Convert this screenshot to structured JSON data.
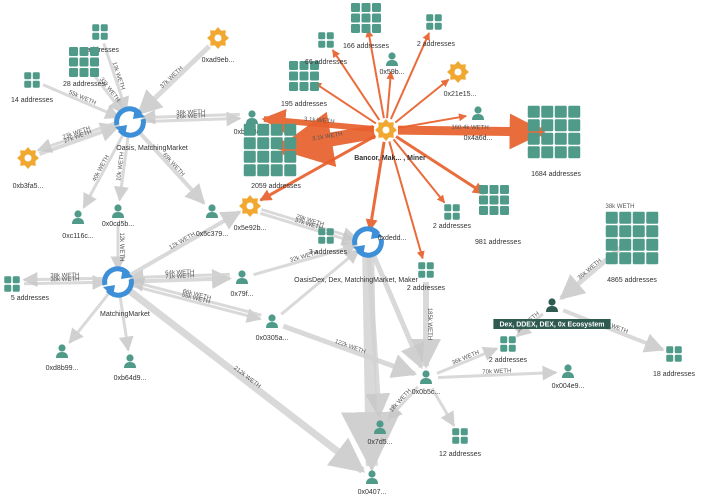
{
  "colors": {
    "node": "#4f9a89",
    "node_dark": "#2e5a4f",
    "contract": "#f0a830",
    "exchange": "#3d8fd8",
    "edge_gray": "#d3d3d3",
    "edge_orange": "#e8602c"
  },
  "nodes": [
    {
      "id": "a2",
      "kind": "cluster",
      "size": 2,
      "label": "2 addresses"
    },
    {
      "id": "a28",
      "kind": "cluster",
      "size": 3,
      "label": "28 addresses"
    },
    {
      "id": "a14",
      "kind": "cluster",
      "size": 2,
      "label": "14 addresses"
    },
    {
      "id": "g1",
      "kind": "contract",
      "label": "0xad9eb..."
    },
    {
      "id": "g2",
      "kind": "contract",
      "label": "0xb3fa5..."
    },
    {
      "id": "oasis",
      "kind": "exchange",
      "label": "Oasis, MatchingMarket"
    },
    {
      "id": "u458",
      "kind": "user",
      "label": "0xb458e..."
    },
    {
      "id": "u116",
      "kind": "user",
      "label": "0xc116c..."
    },
    {
      "id": "u0cd",
      "kind": "user",
      "label": "0x0cd5b..."
    },
    {
      "id": "u5c3",
      "kind": "user",
      "label": "0x5c379..."
    },
    {
      "id": "g3",
      "kind": "contract",
      "label": "0x5e92b..."
    },
    {
      "id": "a2059",
      "kind": "cluster",
      "size": 4,
      "label": "2059 addresses"
    },
    {
      "id": "a166",
      "kind": "cluster",
      "size": 3,
      "label": "166 addresses"
    },
    {
      "id": "a195",
      "kind": "cluster",
      "size": 3,
      "label": "195 addresses"
    },
    {
      "id": "a2b",
      "kind": "cluster",
      "size": 2,
      "label": "2 addresses"
    },
    {
      "id": "a66",
      "kind": "cluster",
      "size": 2,
      "label": "66 addresses"
    },
    {
      "id": "u59b",
      "kind": "user",
      "label": "0x59b..."
    },
    {
      "id": "g4",
      "kind": "contract",
      "label": "0x21e15..."
    },
    {
      "id": "a1684",
      "kind": "cluster",
      "size": 4,
      "label": "1684 addresses"
    },
    {
      "id": "u4a6",
      "kind": "user",
      "label": "0x4a6d..."
    },
    {
      "id": "hub",
      "kind": "hub",
      "label": "Bancor, Mak... , Miner"
    },
    {
      "id": "a981",
      "kind": "cluster",
      "size": 3,
      "label": "981 addresses"
    },
    {
      "id": "a2c",
      "kind": "cluster",
      "size": 2,
      "label": "2 addresses"
    },
    {
      "id": "a4865",
      "kind": "cluster",
      "size": 4,
      "label": "4865 addresses"
    },
    {
      "id": "a3",
      "kind": "cluster",
      "size": 2,
      "label": "3 addresses"
    },
    {
      "id": "ex2",
      "kind": "exchange",
      "label": "0xdedd..."
    },
    {
      "id": "a2d",
      "kind": "cluster",
      "size": 2,
      "label": "2 addresses"
    },
    {
      "id": "mm",
      "kind": "exchange",
      "label": "MatchingMarket"
    },
    {
      "id": "a5",
      "kind": "cluster",
      "size": 2,
      "label": "5 addresses"
    },
    {
      "id": "oasis2",
      "kind": "label",
      "label": "OasisDex, Dex, MatchingMarket, Maker"
    },
    {
      "id": "u79f",
      "kind": "user",
      "label": "0x79f..."
    },
    {
      "id": "u305",
      "kind": "user",
      "label": "0x0305a..."
    },
    {
      "id": "u8b9",
      "kind": "user",
      "label": "0xd8b99..."
    },
    {
      "id": "u64d",
      "kind": "user",
      "label": "0xb64d9..."
    },
    {
      "id": "dex",
      "kind": "user_dark",
      "label": "Dex, DDEX, DEX, 0x Ecosystem"
    },
    {
      "id": "a2e",
      "kind": "cluster",
      "size": 2,
      "label": "2 addresses"
    },
    {
      "id": "a18",
      "kind": "cluster",
      "size": 2,
      "label": "18 addresses"
    },
    {
      "id": "u0b5",
      "kind": "user",
      "label": "0x0b5c..."
    },
    {
      "id": "u4e9",
      "kind": "user",
      "label": "0x004e9..."
    },
    {
      "id": "a12",
      "kind": "cluster",
      "size": 2,
      "label": "12 addresses"
    },
    {
      "id": "u7d5",
      "kind": "user",
      "label": "0x7d5..."
    },
    {
      "id": "u407",
      "kind": "user",
      "label": "0x0407..."
    }
  ],
  "edges": [
    {
      "from": "g1",
      "to": "oasis",
      "label": "37k WETH",
      "weight": 5,
      "color": "gray"
    },
    {
      "from": "a2",
      "to": "oasis",
      "label": "13k WETH",
      "weight": 3,
      "color": "gray"
    },
    {
      "from": "a28",
      "to": "oasis",
      "label": "33k WETH",
      "weight": 3,
      "color": "gray"
    },
    {
      "from": "a14",
      "to": "oasis",
      "label": "55k WETH",
      "weight": 3,
      "color": "gray"
    },
    {
      "from": "oasis",
      "to": "u458",
      "label": "26k WETH",
      "weight": 3,
      "color": "gray"
    },
    {
      "from": "u458",
      "to": "oasis",
      "label": "38k WETH",
      "weight": 3,
      "color": "gray"
    },
    {
      "from": "g2",
      "to": "oasis",
      "label": "27k WETH",
      "weight": 4,
      "color": "gray"
    },
    {
      "from": "oasis",
      "to": "g2",
      "label": "23k WETH",
      "weight": 3,
      "color": "gray"
    },
    {
      "from": "oasis",
      "to": "u116",
      "label": "40k WETH",
      "weight": 3,
      "color": "gray"
    },
    {
      "from": "oasis",
      "to": "u0cd",
      "label": "10k WETH",
      "weight": 3,
      "color": "gray"
    },
    {
      "from": "oasis",
      "to": "u5c3",
      "label": "69k WETH",
      "weight": 4,
      "color": "gray"
    },
    {
      "from": "u0cd",
      "to": "mm",
      "label": "12k WETH",
      "weight": 3,
      "color": "gray"
    },
    {
      "from": "hub",
      "to": "a2059",
      "label": "3.1k WETH",
      "weight": 14,
      "color": "orange"
    },
    {
      "from": "hub",
      "to": "u458",
      "label": "3.1k WETH",
      "weight": 6,
      "color": "orange"
    },
    {
      "from": "hub",
      "to": "a166",
      "label": "",
      "weight": 2,
      "color": "orange"
    },
    {
      "from": "hub",
      "to": "a195",
      "label": "",
      "weight": 2,
      "color": "orange"
    },
    {
      "from": "hub",
      "to": "a2b",
      "label": "",
      "weight": 2,
      "color": "orange"
    },
    {
      "from": "hub",
      "to": "a66",
      "label": "",
      "weight": 2,
      "color": "orange"
    },
    {
      "from": "hub",
      "to": "u59b",
      "label": "",
      "weight": 2,
      "color": "orange"
    },
    {
      "from": "hub",
      "to": "g4",
      "label": "",
      "weight": 2,
      "color": "orange"
    },
    {
      "from": "hub",
      "to": "a1684",
      "label": "160.4k WETH",
      "weight": 9,
      "color": "orange"
    },
    {
      "from": "hub",
      "to": "u4a6",
      "label": "",
      "weight": 2,
      "color": "orange"
    },
    {
      "from": "hub",
      "to": "a981",
      "label": "",
      "weight": 3,
      "color": "orange"
    },
    {
      "from": "hub",
      "to": "a2c",
      "label": "",
      "weight": 2,
      "color": "orange"
    },
    {
      "from": "hub",
      "to": "ex2",
      "label": "",
      "weight": 3,
      "color": "orange"
    },
    {
      "from": "hub",
      "to": "a2d",
      "label": "",
      "weight": 2,
      "color": "orange"
    },
    {
      "from": "hub",
      "to": "g3",
      "label": "",
      "weight": 3,
      "color": "orange"
    },
    {
      "from": "g3",
      "to": "ex2",
      "label": "29k WETH",
      "weight": 3,
      "color": "gray"
    },
    {
      "from": "g3",
      "to": "ex2",
      "label": "37k WETH",
      "weight": 3,
      "color": "gray"
    },
    {
      "from": "mm",
      "to": "g3",
      "label": "12k WETH",
      "weight": 4,
      "color": "gray"
    },
    {
      "from": "a5",
      "to": "mm",
      "label": "30k WETH",
      "weight": 3,
      "color": "gray"
    },
    {
      "from": "mm",
      "to": "a5",
      "label": "38k WETH",
      "weight": 3,
      "color": "gray"
    },
    {
      "from": "mm",
      "to": "u79f",
      "label": "71k WETH",
      "weight": 4,
      "color": "gray"
    },
    {
      "from": "u79f",
      "to": "mm",
      "label": "64k WETH",
      "weight": 3,
      "color": "gray"
    },
    {
      "from": "mm",
      "to": "u305",
      "label": "55k WETH",
      "weight": 3,
      "color": "gray"
    },
    {
      "from": "u305",
      "to": "mm",
      "label": "66k WETH",
      "weight": 3,
      "color": "gray"
    },
    {
      "from": "u79f",
      "to": "ex2",
      "label": "32k WETH",
      "weight": 3,
      "color": "gray"
    },
    {
      "from": "u305",
      "to": "ex2",
      "label": "",
      "weight": 3,
      "color": "gray"
    },
    {
      "from": "mm",
      "to": "u8b9",
      "label": "",
      "weight": 3,
      "color": "gray"
    },
    {
      "from": "mm",
      "to": "u64d",
      "label": "",
      "weight": 3,
      "color": "gray"
    },
    {
      "from": "mm",
      "to": "u407",
      "label": "212k WETH",
      "weight": 7,
      "color": "gray"
    },
    {
      "from": "ex2",
      "to": "u407",
      "label": "",
      "weight": 12,
      "color": "gray"
    },
    {
      "from": "ex2",
      "to": "u0b5",
      "label": "",
      "weight": 5,
      "color": "gray"
    },
    {
      "from": "ex2",
      "to": "u7d5",
      "label": "",
      "weight": 5,
      "color": "gray"
    },
    {
      "from": "a2d",
      "to": "u0b5",
      "label": "185k WETH",
      "weight": 6,
      "color": "gray"
    },
    {
      "from": "u305",
      "to": "u0b5",
      "label": "122k WETH",
      "weight": 5,
      "color": "gray"
    },
    {
      "from": "u0b5",
      "to": "u4e9",
      "label": "70k WETH",
      "weight": 3,
      "color": "gray"
    },
    {
      "from": "u0b5",
      "to": "a2e",
      "label": "36k WETH",
      "weight": 3,
      "color": "gray"
    },
    {
      "from": "u0b5",
      "to": "a12",
      "label": "",
      "weight": 3,
      "color": "gray"
    },
    {
      "from": "a4865",
      "to": "dex",
      "label": "36k WETH",
      "weight": 5,
      "color": "gray"
    },
    {
      "from": "dex",
      "to": "a18",
      "label": "61k WETH",
      "weight": 4,
      "color": "gray"
    },
    {
      "from": "dex",
      "to": "a2e",
      "label": "38k WETH",
      "weight": 3,
      "color": "gray"
    },
    {
      "from": "u0b5",
      "to": "u7d5",
      "label": "18k WETH",
      "weight": 3,
      "color": "gray"
    }
  ],
  "extra_labels": [
    {
      "id": "t_38k_top",
      "text": "38k WETH"
    }
  ]
}
